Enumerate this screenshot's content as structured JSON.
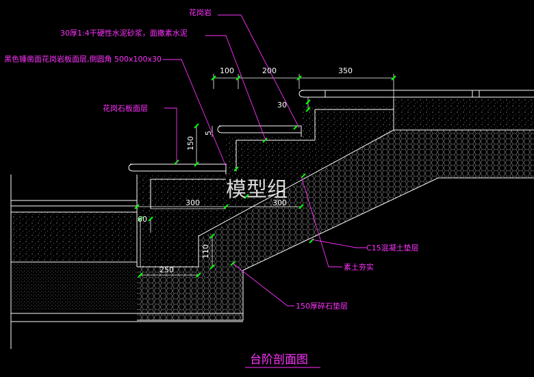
{
  "drawing": {
    "title": "台阶剖面图",
    "watermark": "模型组"
  },
  "labels": {
    "granite": "花岗岩",
    "mortar": "30厚1:4干硬性水泥砂浆，面撒素水泥",
    "black_granite": "黑色锤凿面花岗岩板面层,倒圆角 500x100x30",
    "granite_slab": "花岗石板面层",
    "c15": "C15混凝土垫层",
    "soil": "素土夯实",
    "gravel": "150厚碎石垫层"
  },
  "dimensions": {
    "d100": "100",
    "d200": "200",
    "d350": "350",
    "d30": "30",
    "d5": "5",
    "d150": "150",
    "d300a": "300",
    "d300b": "300",
    "d60": "60",
    "d110": "110",
    "d250": "250"
  },
  "colors": {
    "background": "#000000",
    "line": "#ffffff",
    "label": "#ff33ff",
    "leader": "#ff33ff",
    "tick": "#00ff00",
    "concrete_hatch": "#bbbbbb",
    "gravel_hatch": "#aaaaaa"
  }
}
